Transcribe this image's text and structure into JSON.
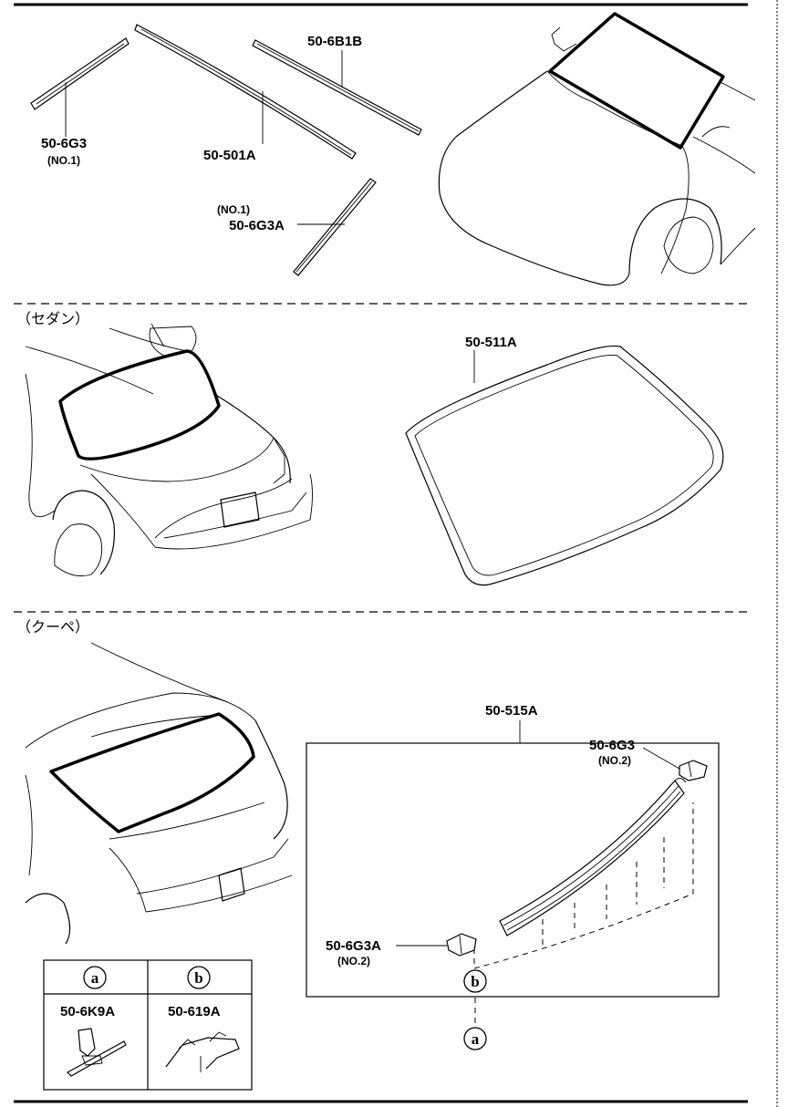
{
  "section_labels": {
    "sedan": "（セダン）",
    "coupe": "（クーペ）"
  },
  "parts": {
    "p_50_6G3_no1": {
      "code": "50-6G3",
      "note": "(NO.1)"
    },
    "p_50_501A": {
      "code": "50-501A"
    },
    "p_50_6B1B": {
      "code": "50-6B1B"
    },
    "p_50_6G3A_no1": {
      "code": "50-6G3A",
      "note": "(NO.1)"
    },
    "p_50_511A": {
      "code": "50-511A"
    },
    "p_50_515A": {
      "code": "50-515A"
    },
    "p_50_6G3_no2": {
      "code": "50-6G3",
      "note": "(NO.2)"
    },
    "p_50_6G3A_no2": {
      "code": "50-6G3A",
      "note": "(NO.2)"
    }
  },
  "legend": {
    "col_a": {
      "marker": "a",
      "code": "50-6K9A"
    },
    "col_b": {
      "marker": "b",
      "code": "50-619A"
    }
  },
  "callouts": {
    "b_in_box": "b",
    "a_below_box": "a"
  }
}
